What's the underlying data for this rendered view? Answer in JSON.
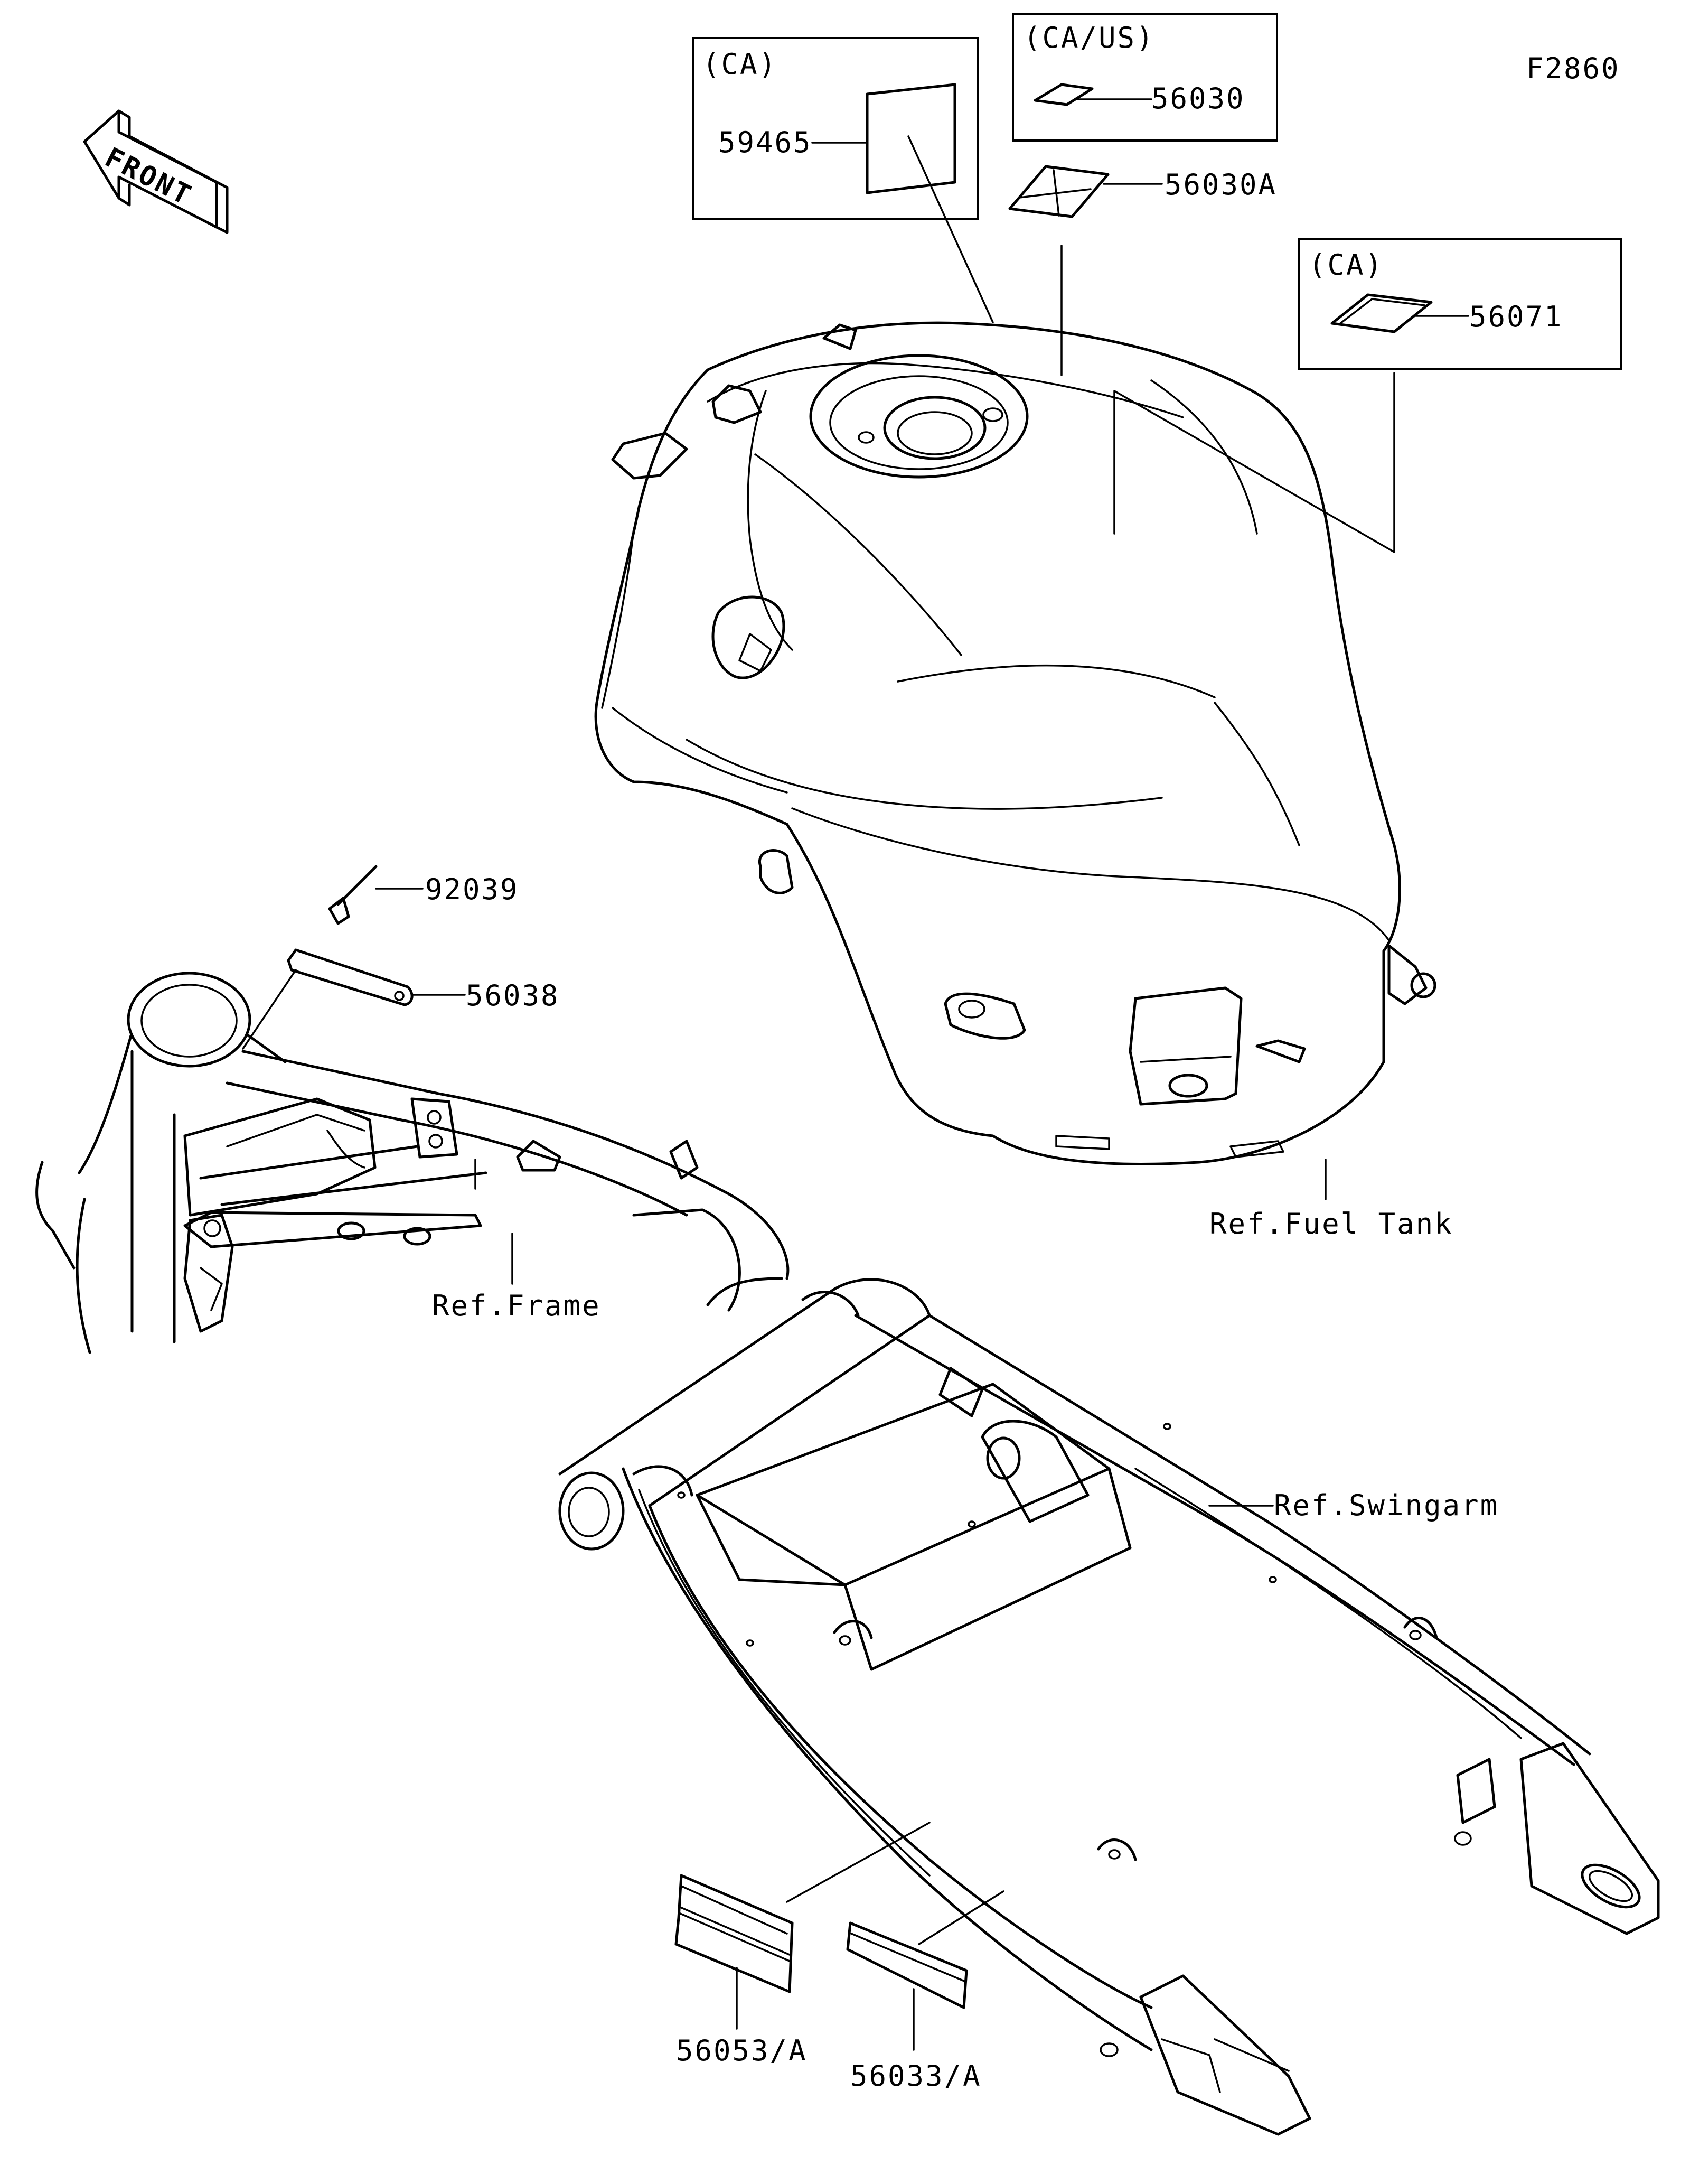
{
  "figure_id": "F2860",
  "front_badge": "FRONT",
  "groups": {
    "ca_1": "(CA)",
    "ca_us": "(CA/US)",
    "ca_2": "(CA)"
  },
  "parts": {
    "p59465": "59465",
    "p56030": "56030",
    "p56030A": "56030A",
    "p56071": "56071",
    "p92039": "92039",
    "p56038": "56038",
    "p56053A": "56053/A",
    "p56033A": "56033/A"
  },
  "refs": {
    "fuel_tank": "Ref.Fuel Tank",
    "frame": "Ref.Frame",
    "swingarm": "Ref.Swingarm"
  }
}
